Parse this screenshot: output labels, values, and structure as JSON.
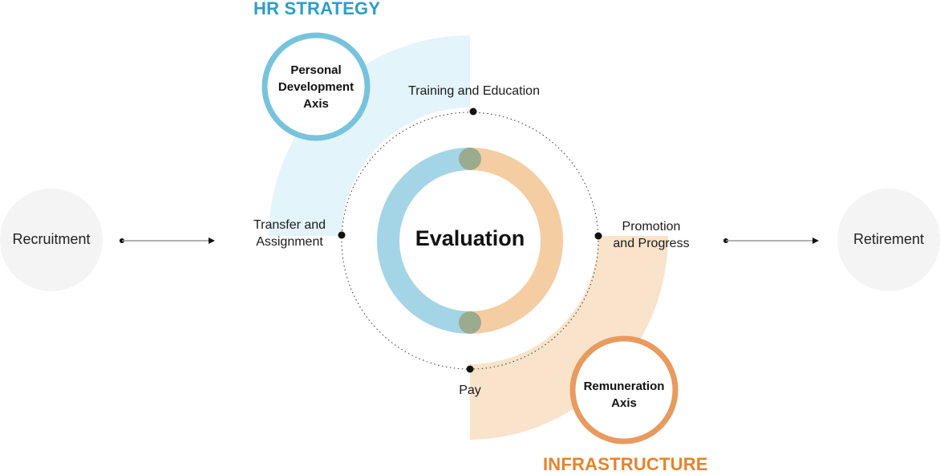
{
  "titles": {
    "hr_strategy": "HR STRATEGY",
    "infrastructure": "INFRASTRUCTURE"
  },
  "center": {
    "label": "Evaluation"
  },
  "axes": {
    "personal_line1": "Personal",
    "personal_line2": "Development",
    "personal_line3": "Axis",
    "remuneration_line1": "Remuneration",
    "remuneration_line2": "Axis"
  },
  "nodes": {
    "training": "Training and Education",
    "transfer_line1": "Transfer and",
    "transfer_line2": "Assignment",
    "promotion_line1": "Promotion",
    "promotion_line2": "and Progress",
    "pay": "Pay"
  },
  "stages": {
    "start": "Recruitment",
    "end": "Retirement"
  },
  "colors": {
    "blue_title": "#2a9fc9",
    "orange_title": "#e8822a",
    "blue_band": "#e3f4fb",
    "orange_band": "#f9e3cb",
    "blue_ring": "#a3d5e6",
    "orange_ring": "#f5cda3",
    "joint": "#9aab8f",
    "blue_axis_border": "#77c3de",
    "orange_axis_border": "#e99a5e",
    "stage_bg": "#f4f4f4"
  }
}
